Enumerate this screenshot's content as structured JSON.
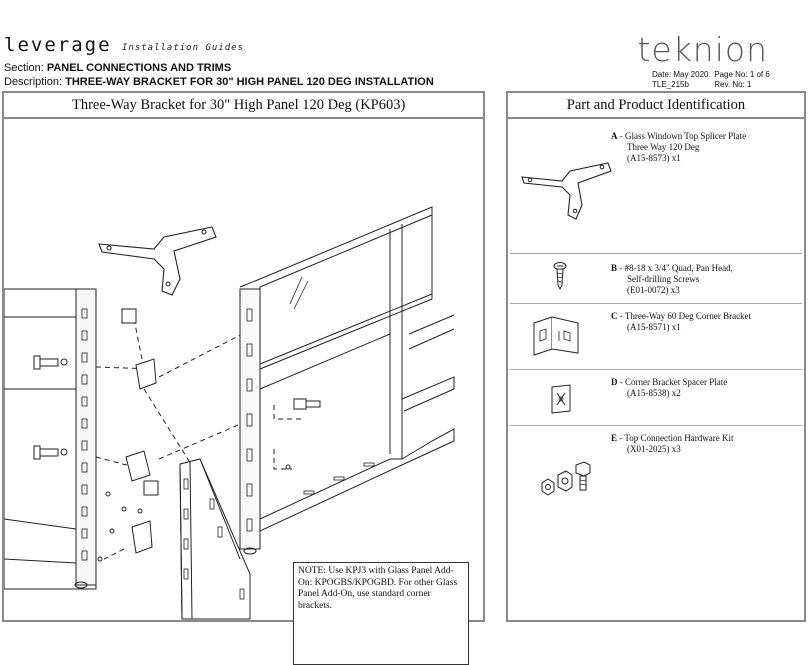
{
  "header": {
    "brand": "leverage",
    "brand_sub": "Installation Guides",
    "logo": "teknion",
    "section_label": "Section:",
    "section_value": "PANEL CONNECTIONS AND TRIMS",
    "description_label": "Description:",
    "description_value": "THREE-WAY BRACKET FOR 30\" HIGH PANEL 120 DEG INSTALLATION",
    "date": "Date: May 2020",
    "page": "Page No: 1 of 6",
    "doc_code": "TLE_215b",
    "rev": "Rev. No: 1"
  },
  "left_panel": {
    "title": "Three-Way Bracket for 30\" High Panel 120 Deg  (KP603)",
    "note": "NOTE: Use KPJ3 with Glass Panel Add-On: KPOGBS/KPOGBD. For other Glass Panel Add-On, use standard corner brackets."
  },
  "right_panel": {
    "title": "Part and Product Identification",
    "parts": [
      {
        "letter": "A",
        "lines": [
          "- Glass Windown Top Splicer Plate",
          "Three Way 120 Deg",
          "(A15-8573) x1"
        ],
        "icon": "splicer-plate-icon"
      },
      {
        "letter": "B",
        "lines": [
          "- #8-18 x 3/4\" Quad, Pan Head,",
          "Self-drilling Screws",
          "(E01-0072) x3"
        ],
        "icon": "screw-icon"
      },
      {
        "letter": "C",
        "lines": [
          "- Three-Way 60 Deg Corner Bracket",
          "(A15-8571) x1"
        ],
        "icon": "corner-bracket-icon"
      },
      {
        "letter": "D",
        "lines": [
          "- Corner Bracket Spacer Plate",
          "(A15-8538) x2"
        ],
        "icon": "spacer-plate-icon"
      },
      {
        "letter": "E",
        "lines": [
          "- Top Connection Hardware Kit",
          "(X01-2025) x3"
        ],
        "icon": "hardware-kit-icon"
      }
    ]
  }
}
